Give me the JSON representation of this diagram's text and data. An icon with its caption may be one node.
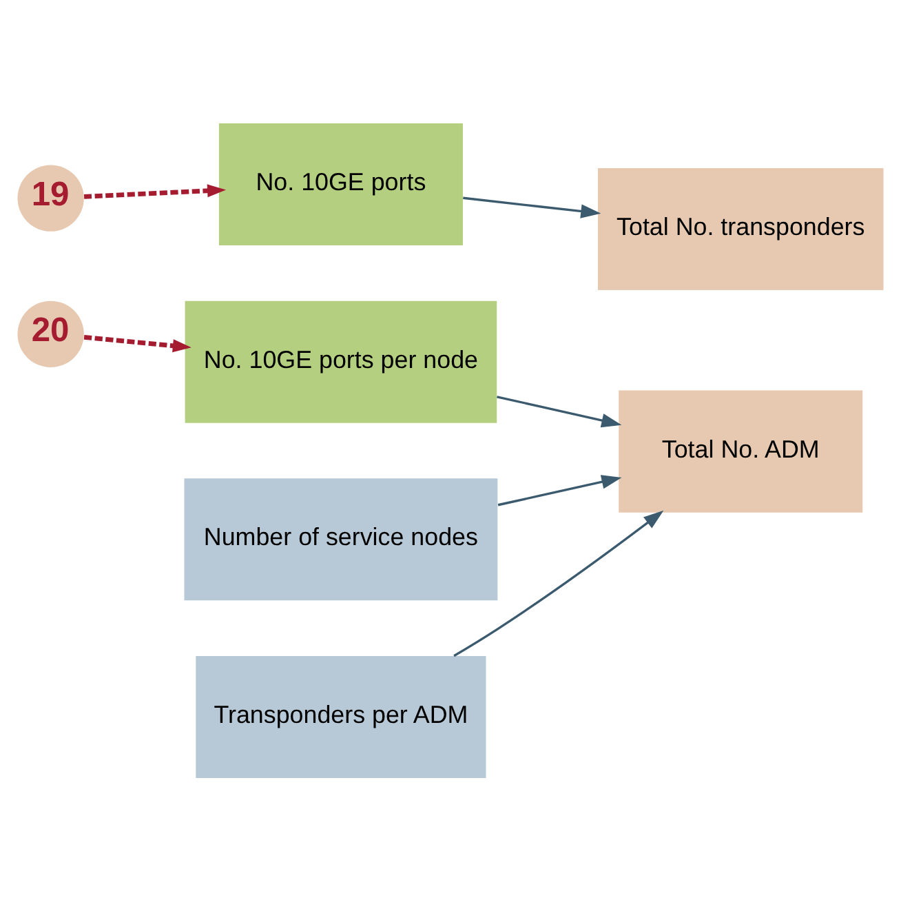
{
  "diagram": {
    "nodes": [
      {
        "text": [
          "19"
        ]
      },
      {
        "text": [
          "No. 10GE ports"
        ]
      },
      {
        "text": [
          "Total No. transponders"
        ]
      },
      {
        "text": [
          "20"
        ]
      },
      {
        "text": [
          "No. 10GE ports per node"
        ]
      },
      {
        "text": [
          "Number of service nodes"
        ]
      },
      {
        "text": [
          "Transponders per ADM"
        ]
      },
      {
        "text": [
          "Total No. ADM"
        ]
      }
    ],
    "edges": [
      {
        "from": 0,
        "to": 1,
        "arrow": "to",
        "style": "dashed",
        "color": "#a51c30"
      },
      {
        "from": 1,
        "to": 2,
        "arrow": "to"
      },
      {
        "from": 3,
        "to": 4,
        "arrow": "to",
        "style": "dashed",
        "color": "#a51c30"
      },
      {
        "from": 4,
        "to": 7,
        "arrow": "to"
      },
      {
        "from": 5,
        "to": 7,
        "arrow": "to"
      },
      {
        "from": 6,
        "to": 7,
        "arrow": "to"
      }
    ]
  }
}
